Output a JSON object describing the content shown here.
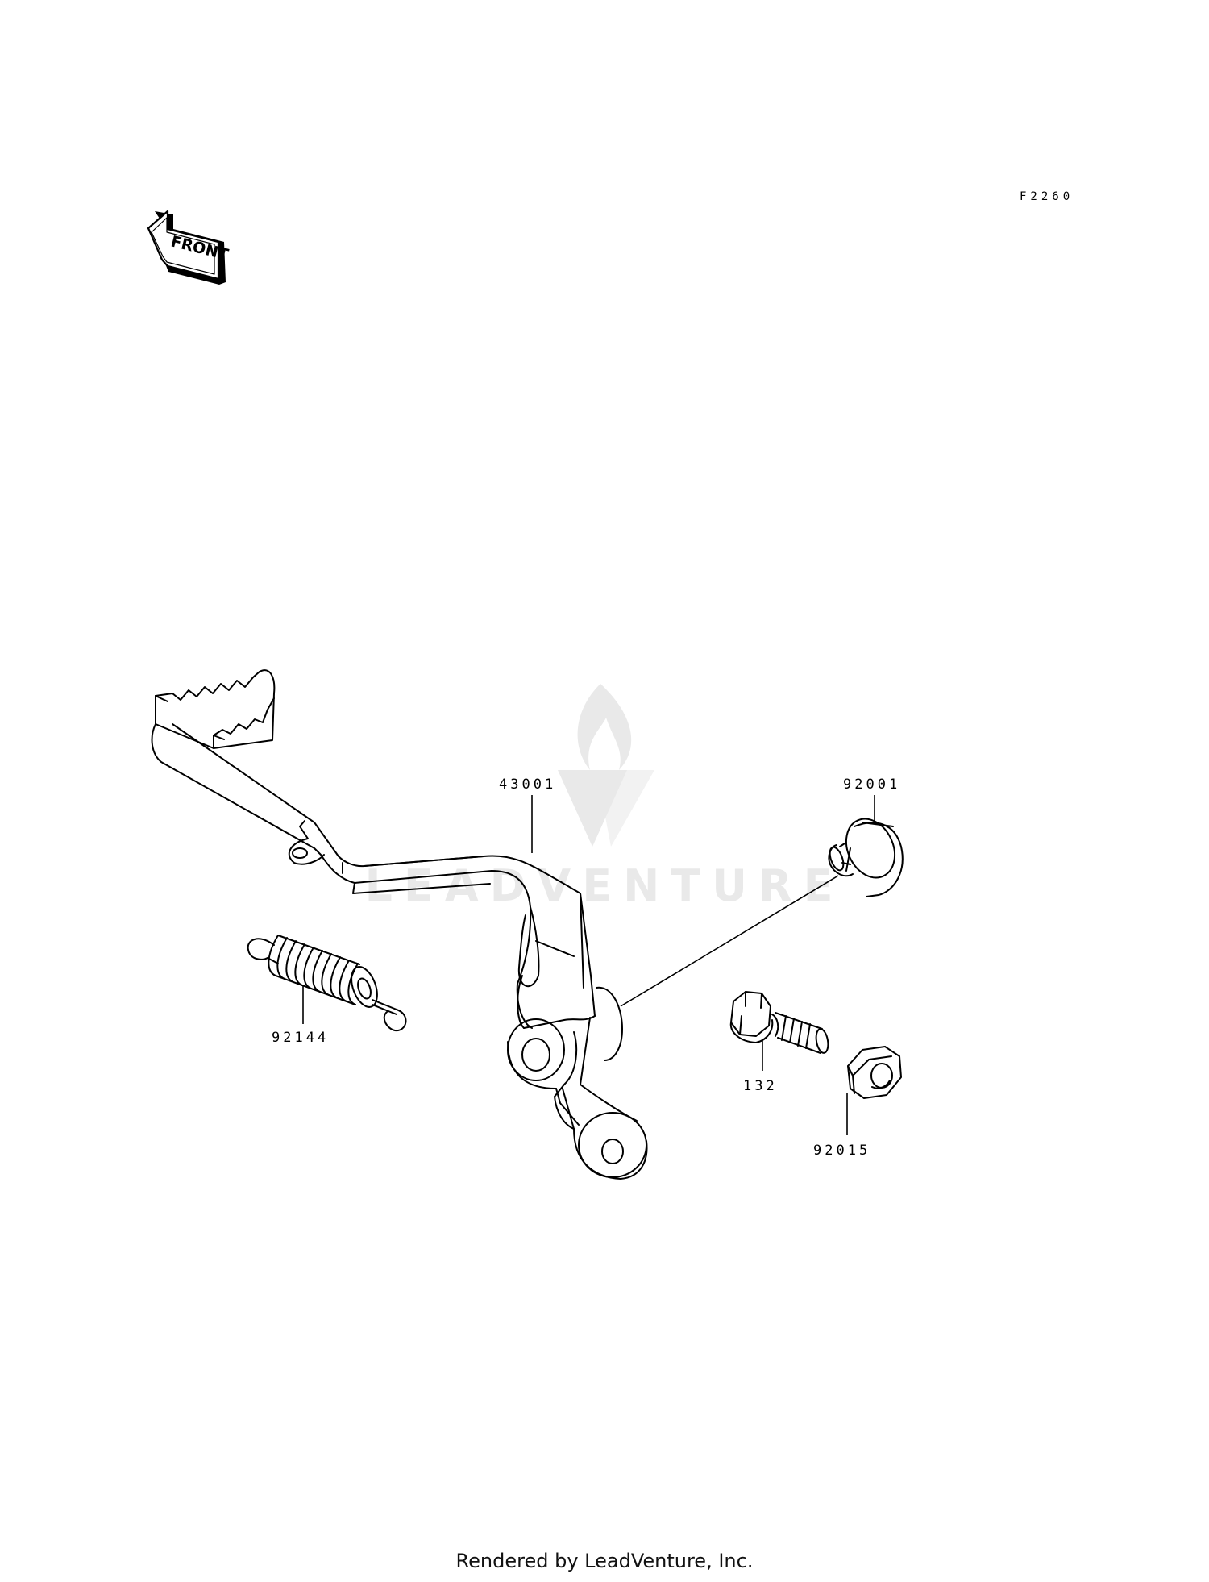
{
  "diagram": {
    "ref_code": "F2260",
    "front_marker": "FRONT",
    "watermark": "LEADVENTURE",
    "parts": [
      {
        "number": "43001",
        "part": "brake-pedal"
      },
      {
        "number": "92001",
        "part": "pivot-bolt"
      },
      {
        "number": "92144",
        "part": "return-spring"
      },
      {
        "number": "132",
        "part": "flange-bolt"
      },
      {
        "number": "92015",
        "part": "nut"
      }
    ]
  },
  "footer": {
    "credit": "Rendered by LeadVenture, Inc."
  }
}
